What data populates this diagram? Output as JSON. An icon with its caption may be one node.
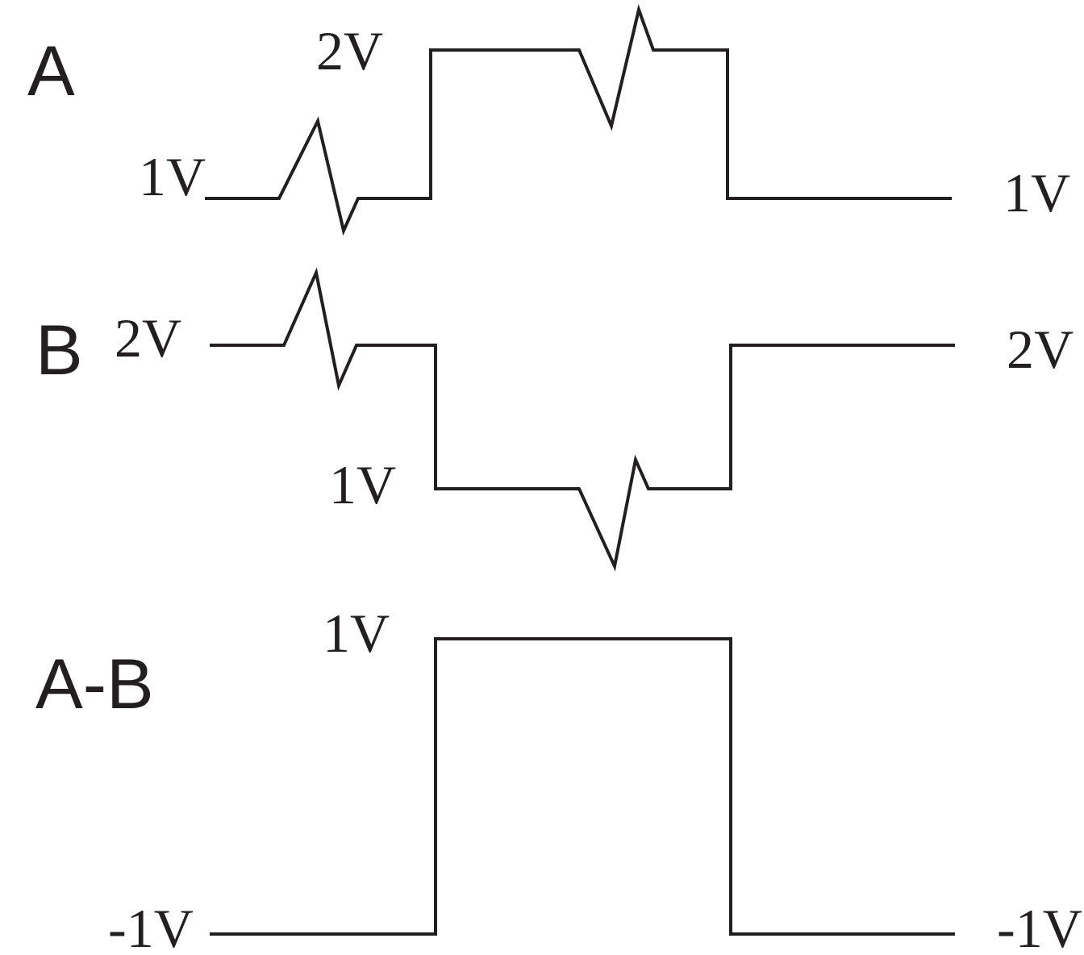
{
  "diagram": {
    "labels": [
      "A",
      "2V",
      "1V",
      "1V",
      "B",
      "2V",
      "2V",
      "1V",
      "1V",
      "A-B",
      "-1V",
      "-1V"
    ]
  }
}
